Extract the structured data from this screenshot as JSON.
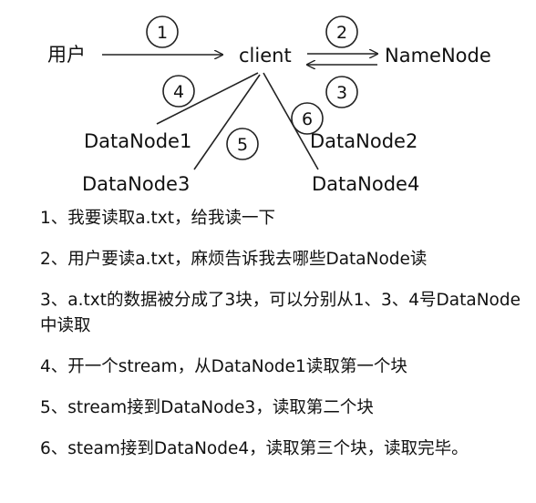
{
  "diagram": {
    "nodes": {
      "user": "用户",
      "client": "client",
      "namenode": "NameNode",
      "dn1": "DataNode1",
      "dn2": "DataNode2",
      "dn3": "DataNode3",
      "dn4": "DataNode4"
    },
    "step_markers": [
      "1",
      "2",
      "3",
      "4",
      "5",
      "6"
    ]
  },
  "steps": [
    "1、我要读取a.txt，给我读一下",
    "2、用户要读a.txt，麻烦告诉我去哪些DataNode读",
    "3、a.txt的数据被分成了3块，可以分别从1、3、4号DataNode中读取",
    "4、开一个stream，从DataNode1读取第一个块",
    "5、stream接到DataNode3，读取第二个块",
    "6、steam接到DataNode4，读取第三个块，读取完毕。"
  ]
}
